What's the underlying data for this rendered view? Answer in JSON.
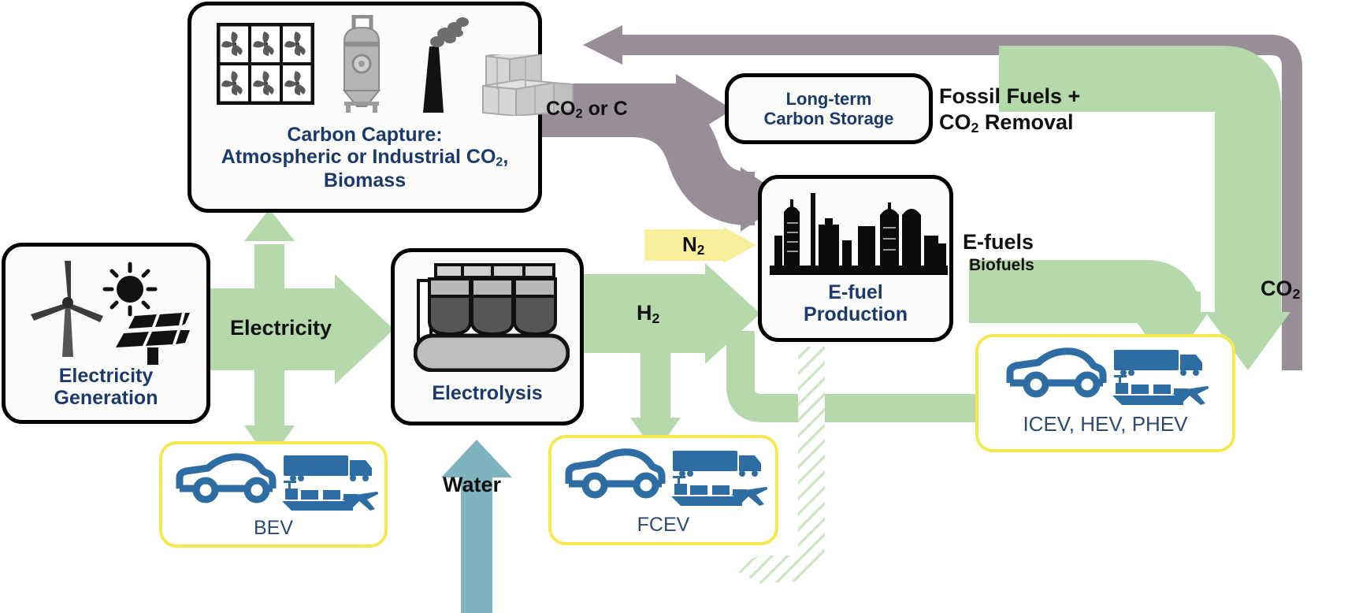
{
  "diagram": {
    "title": "Low-carbon transportation energy pathways",
    "colors": {
      "green_arrow": "#b6d9ac",
      "purple_arrow": "#978e98",
      "yellow_arrow": "#f7ef9c",
      "water_arrow": "#7fb3bf",
      "box_border": "#000000",
      "yellow_border": "#f5e84f",
      "node_text": "#1b3a6b",
      "vehicle_blue": "#2e6da4"
    }
  },
  "nodes": {
    "carbon_capture": {
      "title_line1": "Carbon Capture:",
      "title_line2": "Atmospheric or Industrial CO",
      "title_line2_sub": "2",
      "title_line2_tail": ",",
      "title_line3": "Biomass",
      "icons": [
        "dac-fan-array-icon",
        "industrial-tank-icon",
        "smokestack-icon",
        "biomass-bales-icon"
      ]
    },
    "long_term_storage": {
      "title_line1": "Long-term",
      "title_line2": "Carbon Storage"
    },
    "electricity_generation": {
      "title_line1": "Electricity",
      "title_line2": "Generation",
      "icons": [
        "wind-turbine-icon",
        "sun-icon",
        "solar-panel-icon"
      ]
    },
    "electrolysis": {
      "title_line1": "Electrolysis",
      "icons": [
        "electrolyzer-stack-icon"
      ]
    },
    "efuel_production": {
      "title_line1": "E-fuel",
      "title_line2": "Production",
      "icons": [
        "refinery-skyline-icon"
      ]
    },
    "bev": {
      "title": "BEV",
      "icons": [
        "car-icon",
        "truck-icon",
        "ship-icon",
        "plane-icon"
      ]
    },
    "fcev": {
      "title": "FCEV",
      "icons": [
        "car-icon",
        "truck-icon",
        "ship-icon",
        "plane-icon"
      ]
    },
    "icev": {
      "title": "ICEV, HEV, PHEV",
      "icons": [
        "car-icon",
        "truck-icon",
        "ship-icon",
        "plane-icon"
      ]
    }
  },
  "flow_labels": {
    "electricity": "Electricity",
    "co2_or_c": {
      "text": "CO",
      "sub": "2",
      "tail": " or C"
    },
    "n2": {
      "text": "N",
      "sub": "2"
    },
    "h2": {
      "text": "H",
      "sub": "2"
    },
    "water": "Water",
    "fossil_fuels_line1": "Fossil Fuels +",
    "fossil_fuels_line2": {
      "text": "CO",
      "sub": "2",
      "tail": " Removal"
    },
    "efuels": "E-fuels",
    "biofuels": "Biofuels",
    "co2_return": {
      "text": "CO",
      "sub": "2"
    }
  },
  "flows": [
    {
      "name": "electricity-to-electrolysis",
      "from": "electricity_generation",
      "to": "electrolysis",
      "label": "Electricity",
      "color": "#b6d9ac"
    },
    {
      "name": "electricity-to-carbon-capture",
      "from": "electricity_generation",
      "to": "carbon_capture",
      "label": "",
      "color": "#b6d9ac"
    },
    {
      "name": "electricity-to-bev",
      "from": "electricity_generation",
      "to": "bev",
      "label": "",
      "color": "#b6d9ac"
    },
    {
      "name": "co2-to-storage",
      "from": "carbon_capture",
      "to": "long_term_storage",
      "label": "CO2 or C",
      "color": "#978e98"
    },
    {
      "name": "co2-to-efuel",
      "from": "carbon_capture",
      "to": "efuel_production",
      "label": "CO2 or C",
      "color": "#978e98"
    },
    {
      "name": "n2-to-efuel",
      "from": "",
      "to": "efuel_production",
      "label": "N2",
      "color": "#f7ef9c"
    },
    {
      "name": "h2-to-efuel",
      "from": "electrolysis",
      "to": "efuel_production",
      "label": "H2",
      "color": "#b6d9ac"
    },
    {
      "name": "h2-to-fcev",
      "from": "electrolysis",
      "to": "fcev",
      "label": "",
      "color": "#b6d9ac"
    },
    {
      "name": "h2-to-icev",
      "from": "electrolysis",
      "to": "icev",
      "label": "",
      "color": "#b6d9ac"
    },
    {
      "name": "water-to-electrolysis",
      "from": "",
      "to": "electrolysis",
      "label": "Water",
      "color": "#7fb3bf"
    },
    {
      "name": "efuels-to-icev",
      "from": "efuel_production",
      "to": "icev",
      "label": "E-fuels Biofuels",
      "color": "#b6d9ac"
    },
    {
      "name": "fossil-fuels-to-icev",
      "from": "",
      "to": "icev",
      "label": "Fossil Fuels + CO2 Removal",
      "color": "#b6d9ac"
    },
    {
      "name": "efuel-to-fcev-dashed",
      "from": "efuel_production",
      "to": "fcev",
      "label": "",
      "color": "#b6d9ac",
      "style": "hatched"
    },
    {
      "name": "co2-from-vehicles-to-capture",
      "from": "icev",
      "to": "carbon_capture",
      "label": "CO2",
      "color": "#978e98"
    }
  ]
}
